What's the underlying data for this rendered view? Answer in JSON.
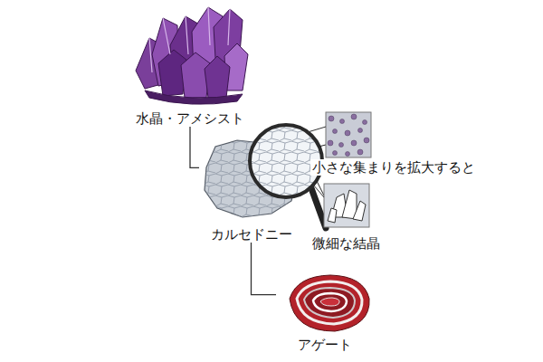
{
  "diagram": {
    "nodes": [
      {
        "text": [
          "水晶・アメシスト"
        ]
      },
      {
        "text": [
          "カルセドニー"
        ]
      },
      {
        "text": [
          "アゲート"
        ]
      }
    ],
    "edges": [
      {
        "from": 0,
        "to": 1,
        "arrow": "none"
      },
      {
        "from": 1,
        "to": 2,
        "arrow": "none"
      }
    ],
    "labels": [
      "小さな集まりを拡大すると",
      "微細な結晶"
    ]
  }
}
